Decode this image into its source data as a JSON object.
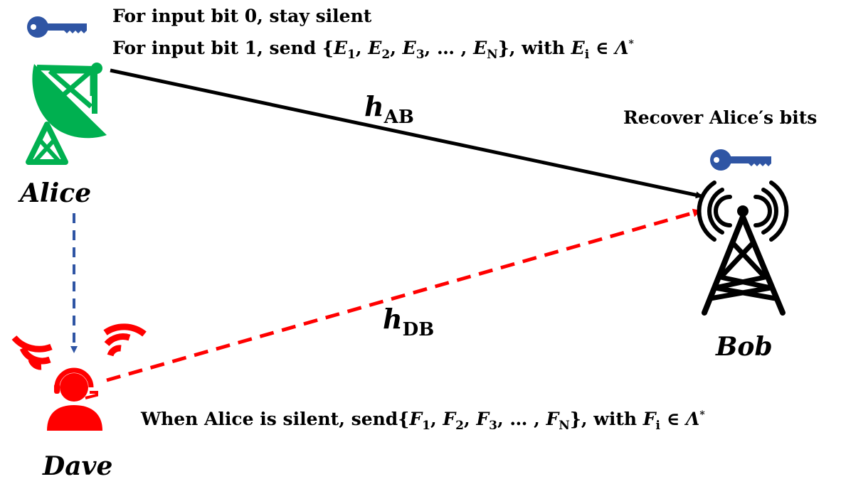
{
  "alice": {
    "name": "Alice",
    "line1": "For input bit 0, stay silent",
    "line2_prefix": "For input bit 1, send {",
    "line2_e": "E",
    "line2_sub1": "1",
    "line2_sub2": "2",
    "line2_sub3": "3",
    "line2_dots": "…",
    "line2_subN": "N",
    "line2_with": "}, with ",
    "line2_ei": "E",
    "line2_i": "i",
    "line2_in": " ∈ ",
    "line2_lambda": "Λ",
    "line2_star": "*"
  },
  "bob": {
    "name": "Bob",
    "recover": "Recover Alice′s bits"
  },
  "dave": {
    "name": "Dave",
    "line_prefix": "When Alice is silent, send{",
    "line_f": "F",
    "line_sub1": "1",
    "line_sub2": "2",
    "line_sub3": "3",
    "line_dots": "…",
    "line_subN": "N",
    "line_with": "}, with ",
    "line_fi": "F",
    "line_i": "i",
    "line_in": " ∈ ",
    "line_lambda": "Λ",
    "line_star": "*"
  },
  "links": {
    "hab_h": "h",
    "hab_sub": "AB",
    "hdb_h": "h",
    "hdb_sub": "DB"
  },
  "colors": {
    "alice_green": "#00b050",
    "key_blue": "#2f55a4",
    "dave_red": "#ff0000",
    "dashed_blue": "#2f55a4",
    "black": "#000000"
  }
}
